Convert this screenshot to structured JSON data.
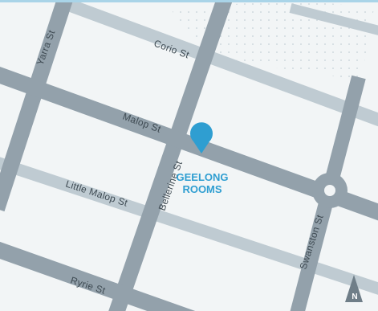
{
  "map": {
    "colors": {
      "background": "#f2f5f6",
      "major_road": "#93a1ab",
      "minor_road": "#bfcbd2",
      "pin": "#2f9ed1",
      "label": "#3e4a52",
      "compass": "#6f7e88"
    },
    "streets": {
      "yarra": "Yarra St",
      "corio": "Corio St",
      "malop": "Malop St",
      "bellerine": "Bellerine St",
      "little_malop": "Little Malop St",
      "swanston": "Swanston St",
      "ryrie": "Ryrie St"
    },
    "venue": {
      "line1": "GEELONG",
      "line2": "ROOMS",
      "icon": "location-pin-icon"
    },
    "compass": {
      "letter": "N",
      "icon": "north-arrow-icon"
    }
  }
}
